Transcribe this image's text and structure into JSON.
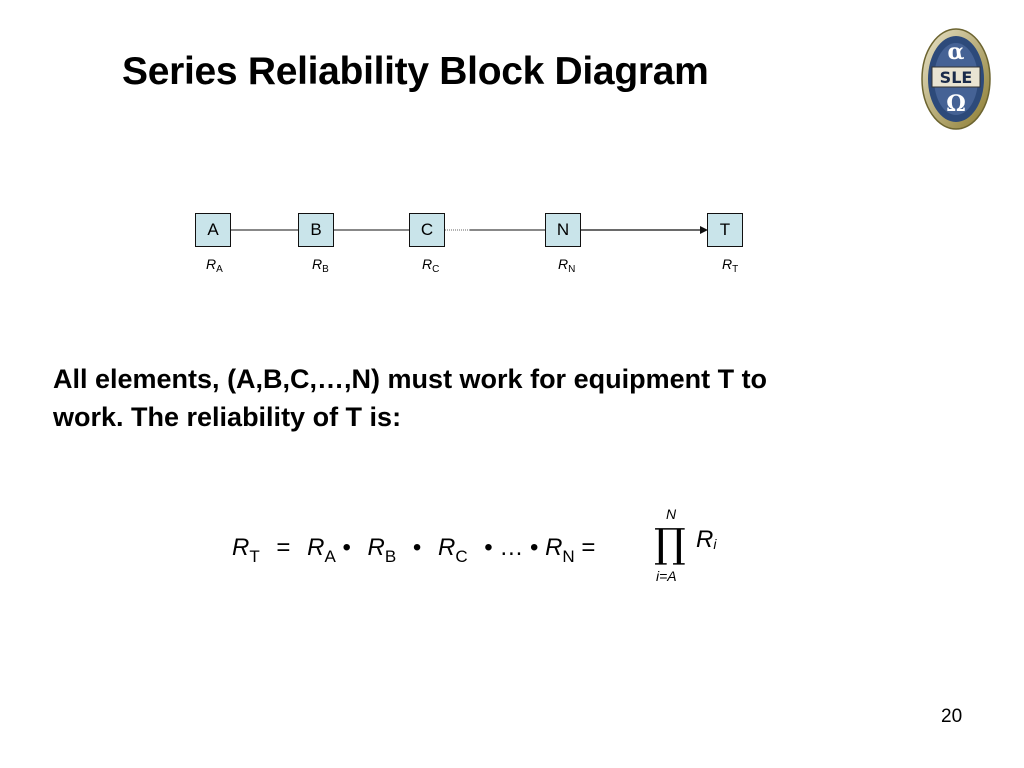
{
  "slide": {
    "title": "Series Reliability Block Diagram",
    "page_number": "20"
  },
  "diagram": {
    "blocks": [
      {
        "label": "A",
        "rel_symbol": "R",
        "rel_sub": "A"
      },
      {
        "label": "B",
        "rel_symbol": "R",
        "rel_sub": "B"
      },
      {
        "label": "C",
        "rel_symbol": "R",
        "rel_sub": "C"
      },
      {
        "label": "N",
        "rel_symbol": "R",
        "rel_sub": "N"
      },
      {
        "label": "T",
        "rel_symbol": "R",
        "rel_sub": "T"
      }
    ],
    "block_fill": "#c9e4ea"
  },
  "body": {
    "line1": "All elements, (A,B,C,…,N) must work for equipment T to",
    "line2": "work.  The reliability of T is:"
  },
  "formula": {
    "lhs_var": "R",
    "lhs_sub": "T",
    "equals": "=",
    "t1_var": "R",
    "t1_sub": "A",
    "dot1": "•",
    "t2_var": "R",
    "t2_sub": "B",
    "dot2": "•",
    "t3_var": "R",
    "t3_sub": "C",
    "dots": "• … •",
    "t4_var": "R",
    "t4_sub": "N",
    "equals2": "=",
    "product": {
      "symbol": "∏",
      "upper": "N",
      "lower": "i=A",
      "term_var": "R",
      "term_sub": "i"
    }
  },
  "logo": {
    "icon": "sle-logo",
    "letters": "SLE",
    "colors": {
      "shield": "#8a9bb0",
      "outer": "#b8a13a",
      "inner": "#2d4a7a"
    }
  }
}
